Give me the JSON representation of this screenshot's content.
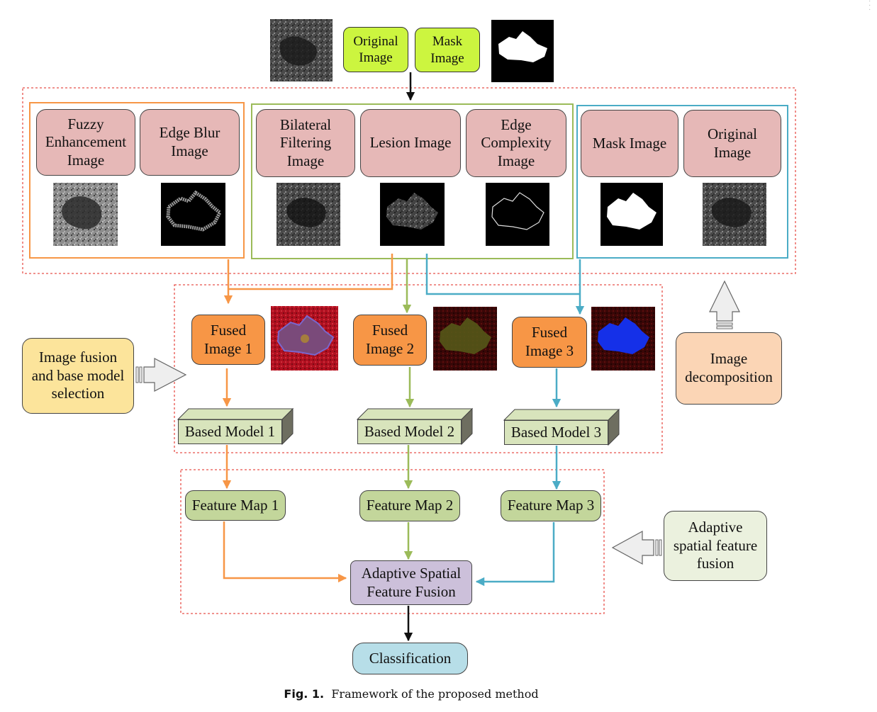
{
  "inputs": {
    "original_label": "Original\nImage",
    "mask_label": "Mask\nImage"
  },
  "decomposition": {
    "group_orange": [
      "Fuzzy\nEnhancement\nImage",
      "Edge Blur\nImage"
    ],
    "group_green": [
      "Bilateral\nFiltering\nImage",
      "Lesion Image",
      "Edge\nComplexity\nImage"
    ],
    "group_blue": [
      "Mask Image",
      "Original\nImage"
    ]
  },
  "fused": [
    "Fused\nImage 1",
    "Fused\nImage 2",
    "Fused\nImage 3"
  ],
  "models": [
    "Based Model 1",
    "Based Model 2",
    "Based Model 3"
  ],
  "feature_maps": [
    "Feature Map 1",
    "Feature Map 2",
    "Feature Map 3"
  ],
  "asff": "Adaptive Spatial\nFeature Fusion",
  "classification": "Classification",
  "notes": {
    "fusion_selection": "Image fusion\nand base model\nselection",
    "decomposition": "Image\ndecomposition",
    "adaptive": "Adaptive\nspatial feature\nfusion"
  },
  "caption": {
    "label": "Fig. 1.",
    "text": "Framework of the proposed method"
  },
  "colors": {
    "orange": "#f79646",
    "green": "#9bbb59",
    "blue": "#4bacc6",
    "red_dashed": "#e8504a"
  },
  "icons": [
    "scan-thumbnail",
    "mask-thumbnail",
    "fused-thumbnail",
    "arrow-icon",
    "block-arrow-icon"
  ]
}
